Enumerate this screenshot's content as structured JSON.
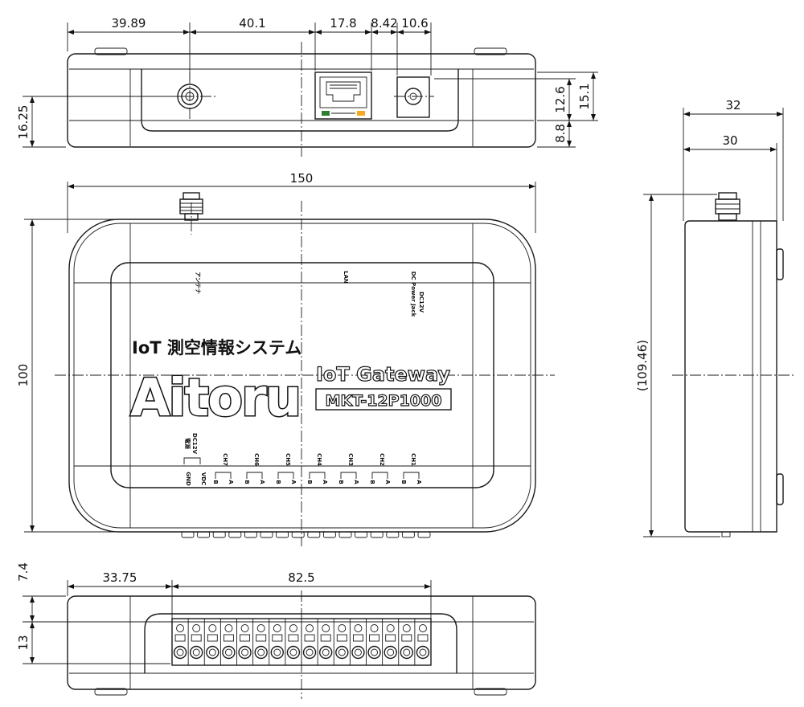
{
  "dimensions": {
    "top_view": {
      "d1": "39.89",
      "d2": "40.1",
      "d3": "17.8",
      "d4": "8.42",
      "d5": "10.6",
      "height_left": "16.25",
      "right_upper": "12.6",
      "right_total": "15.1",
      "right_lower": "8.8"
    },
    "front_view": {
      "width": "150",
      "height": "100"
    },
    "side_view": {
      "outer": "32",
      "inner": "30",
      "height": "(109.46)"
    },
    "bottom_view": {
      "offset": "33.75",
      "span": "82.5",
      "upper": "7.4",
      "lower": "13"
    }
  },
  "labels": {
    "antenna": "アンテナ",
    "lan": "LAN",
    "power_jack_line1": "DC Power Jack",
    "power_jack_line2": "DC12V",
    "system_name": "IoT 測空情報システム",
    "brand": "Aitoru",
    "product_name": "IoT Gateway",
    "model": "MKT-12P1000",
    "power_in_line1": "電源",
    "power_in_line2": "DC12V",
    "gnd": "GND",
    "vdc": "VDC",
    "channels": [
      "CH7",
      "CH6",
      "CH5",
      "CH4",
      "CH3",
      "CH2",
      "CH1"
    ],
    "pin_b": "B",
    "pin_a": "A"
  }
}
